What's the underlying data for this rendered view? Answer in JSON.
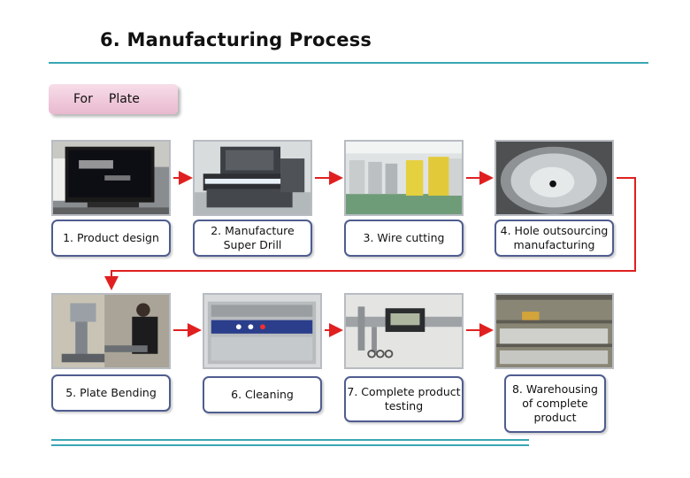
{
  "title": "6. Manufacturing Process",
  "tag": {
    "for": "For",
    "plate": "Plate"
  },
  "steps": [
    {
      "caption": "1. Product design",
      "image": "computer-monitor-cad-photo"
    },
    {
      "caption": "2. Manufacture Super Drill",
      "image": "drill-machine-photo"
    },
    {
      "caption": "3. Wire cutting",
      "image": "wire-cutting-shop-photo"
    },
    {
      "caption": "4. Hole outsourcing manufacturing",
      "image": "hole-bowl-photo"
    },
    {
      "caption": "5. Plate Bending",
      "image": "bending-press-photo"
    },
    {
      "caption": "6. Cleaning",
      "image": "ultrasonic-cleaner-photo"
    },
    {
      "caption": "7. Complete product testing",
      "image": "caliper-testing-photo"
    },
    {
      "caption": "8. Warehousing of complete product",
      "image": "warehouse-shelf-photo"
    }
  ],
  "colors": {
    "accent_line": "#3aa7b4",
    "arrow": "#e02020",
    "caption_border": "#4f5d8f"
  }
}
